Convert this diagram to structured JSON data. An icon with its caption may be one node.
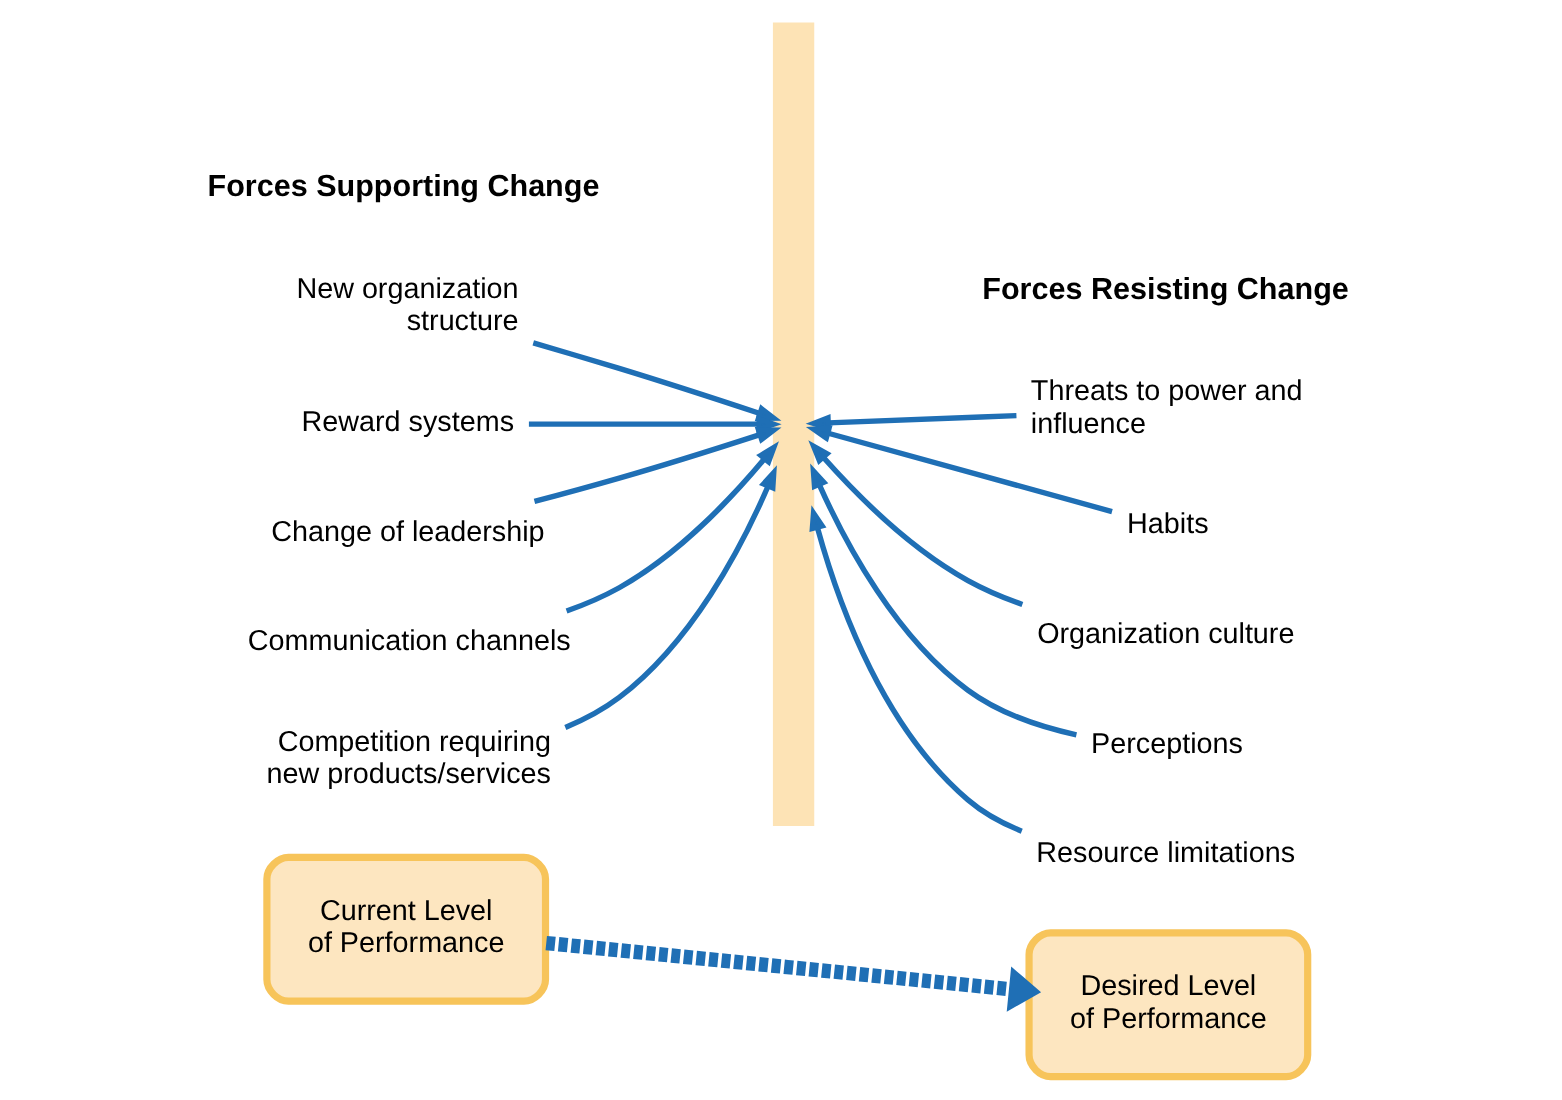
{
  "diagram": {
    "nodes": [
      {
        "text": [
          "New organization structure"
        ]
      },
      {
        "text": [
          "Reward systems"
        ]
      },
      {
        "text": [
          "Change of leadership"
        ]
      },
      {
        "text": [
          "Communication channels"
        ]
      },
      {
        "text": [
          "Competition requiring new products/services"
        ]
      },
      {
        "text": [],
        "shape": "bar"
      },
      {
        "text": [
          "Threats to power and influence"
        ]
      },
      {
        "text": [
          "Habits"
        ]
      },
      {
        "text": [
          "Organization culture"
        ]
      },
      {
        "text": [
          "Perceptions"
        ]
      },
      {
        "text": [
          "Resource limitations"
        ]
      },
      {
        "text": [
          "Current Level of Performance"
        ]
      },
      {
        "text": [
          "Desired Level of Performance"
        ]
      }
    ],
    "edges": [
      {
        "from": 0,
        "to": 5,
        "arrow": "to"
      },
      {
        "from": 1,
        "to": 5,
        "arrow": "to"
      },
      {
        "from": 2,
        "to": 5,
        "arrow": "to"
      },
      {
        "from": 3,
        "to": 5,
        "arrow": "to"
      },
      {
        "from": 4,
        "to": 5,
        "arrow": "to"
      },
      {
        "from": 6,
        "to": 5,
        "arrow": "to"
      },
      {
        "from": 7,
        "to": 5,
        "arrow": "to"
      },
      {
        "from": 8,
        "to": 5,
        "arrow": "to"
      },
      {
        "from": 9,
        "to": 5,
        "arrow": "to"
      },
      {
        "from": 10,
        "to": 5,
        "arrow": "to"
      },
      {
        "from": 11,
        "to": 12,
        "arrow": "to",
        "style": "dashed"
      }
    ],
    "labels": [
      "Forces Supporting Change",
      "Forces Resisting Change"
    ]
  }
}
